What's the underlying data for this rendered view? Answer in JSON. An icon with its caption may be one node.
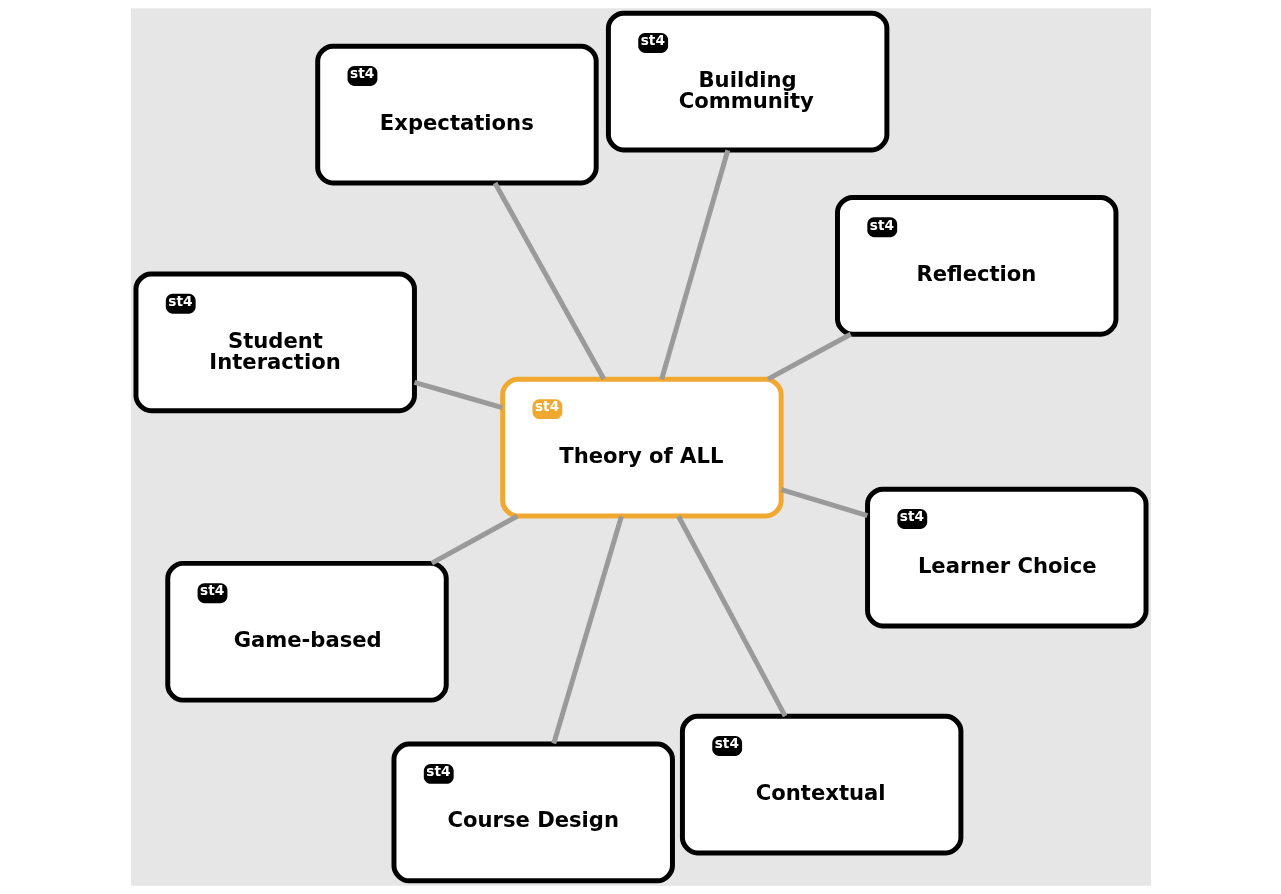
{
  "diagram": {
    "nodes": [
      {
        "text": [
          "st4",
          "Student Interaction"
        ]
      },
      {
        "text": [
          "st4",
          "Reflection"
        ]
      },
      {
        "text": [
          "st4",
          "Contextual"
        ]
      },
      {
        "text": [
          "st4",
          "Building Community"
        ]
      },
      {
        "text": [
          "st4",
          "Theory of ALL"
        ]
      },
      {
        "text": [
          "st4",
          "Expectations"
        ]
      },
      {
        "text": [
          "st4",
          "Game-based"
        ]
      },
      {
        "text": [
          "st4",
          "Learner Choice"
        ]
      },
      {
        "text": [
          "st4",
          "Course Design"
        ]
      }
    ],
    "edges": [
      {
        "from": 4,
        "to": 0,
        "arrow": "none"
      },
      {
        "from": 4,
        "to": 1,
        "arrow": "none"
      },
      {
        "from": 4,
        "to": 5,
        "arrow": "none"
      },
      {
        "from": 4,
        "to": 7,
        "arrow": "none"
      },
      {
        "from": 4,
        "to": 8,
        "arrow": "none"
      },
      {
        "from": 4,
        "to": 6,
        "arrow": "none"
      },
      {
        "from": 4,
        "to": 3,
        "arrow": "none"
      },
      {
        "from": 4,
        "to": 2,
        "arrow": "none"
      }
    ]
  }
}
